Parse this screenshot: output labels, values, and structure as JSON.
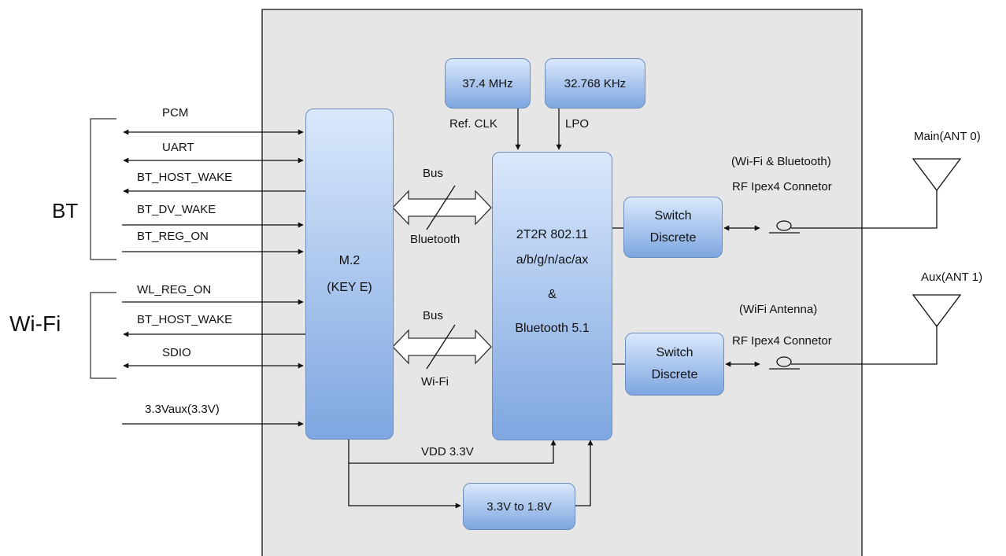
{
  "groups": {
    "bt": "BT",
    "wifi": "Wi-Fi"
  },
  "signals": {
    "pcm": "PCM",
    "uart": "UART",
    "bt_host_wake_1": "BT_HOST_WAKE",
    "bt_dv_wake": "BT_DV_WAKE",
    "bt_reg_on": "BT_REG_ON",
    "wl_reg_on": "WL_REG_ON",
    "bt_host_wake_2": "BT_HOST_WAKE",
    "sdio": "SDIO",
    "vaux": "3.3Vaux(3.3V)"
  },
  "blocks": {
    "m2": {
      "line1": "M.2",
      "line2": "(KEY E)"
    },
    "osc1": "37.4 MHz",
    "osc2": "32.768 KHz",
    "chip": {
      "line1": "2T2R 802.11",
      "line2": "a/b/g/n/ac/ax",
      "line3": "&",
      "line4": "Bluetooth 5.1"
    },
    "switch1": {
      "line1": "Switch",
      "line2": "Discrete"
    },
    "switch2": {
      "line1": "Switch",
      "line2": "Discrete"
    },
    "regulator": "3.3V to 1.8V"
  },
  "labels": {
    "ref_clk": "Ref. CLK",
    "lpo": "LPO",
    "bus_bt_top": "Bus",
    "bus_bt_bottom": "Bluetooth",
    "bus_wifi_top": "Bus",
    "bus_wifi_bottom": "Wi-Fi",
    "vdd": "VDD 3.3V",
    "rf1_line1": "(Wi-Fi & Bluetooth)",
    "rf1_line2": "RF Ipex4 Connetor",
    "rf2_line1": "(WiFi Antenna)",
    "rf2_line2": "RF Ipex4 Connetor",
    "ant0": "Main(ANT 0)",
    "ant1": "Aux(ANT 1)"
  },
  "colors": {
    "panel_bg": "#e6e6e6",
    "block_top": "#dae8fc",
    "block_bottom": "#7ea6e0",
    "block_border": "#6c8ebf",
    "line": "#111111"
  }
}
